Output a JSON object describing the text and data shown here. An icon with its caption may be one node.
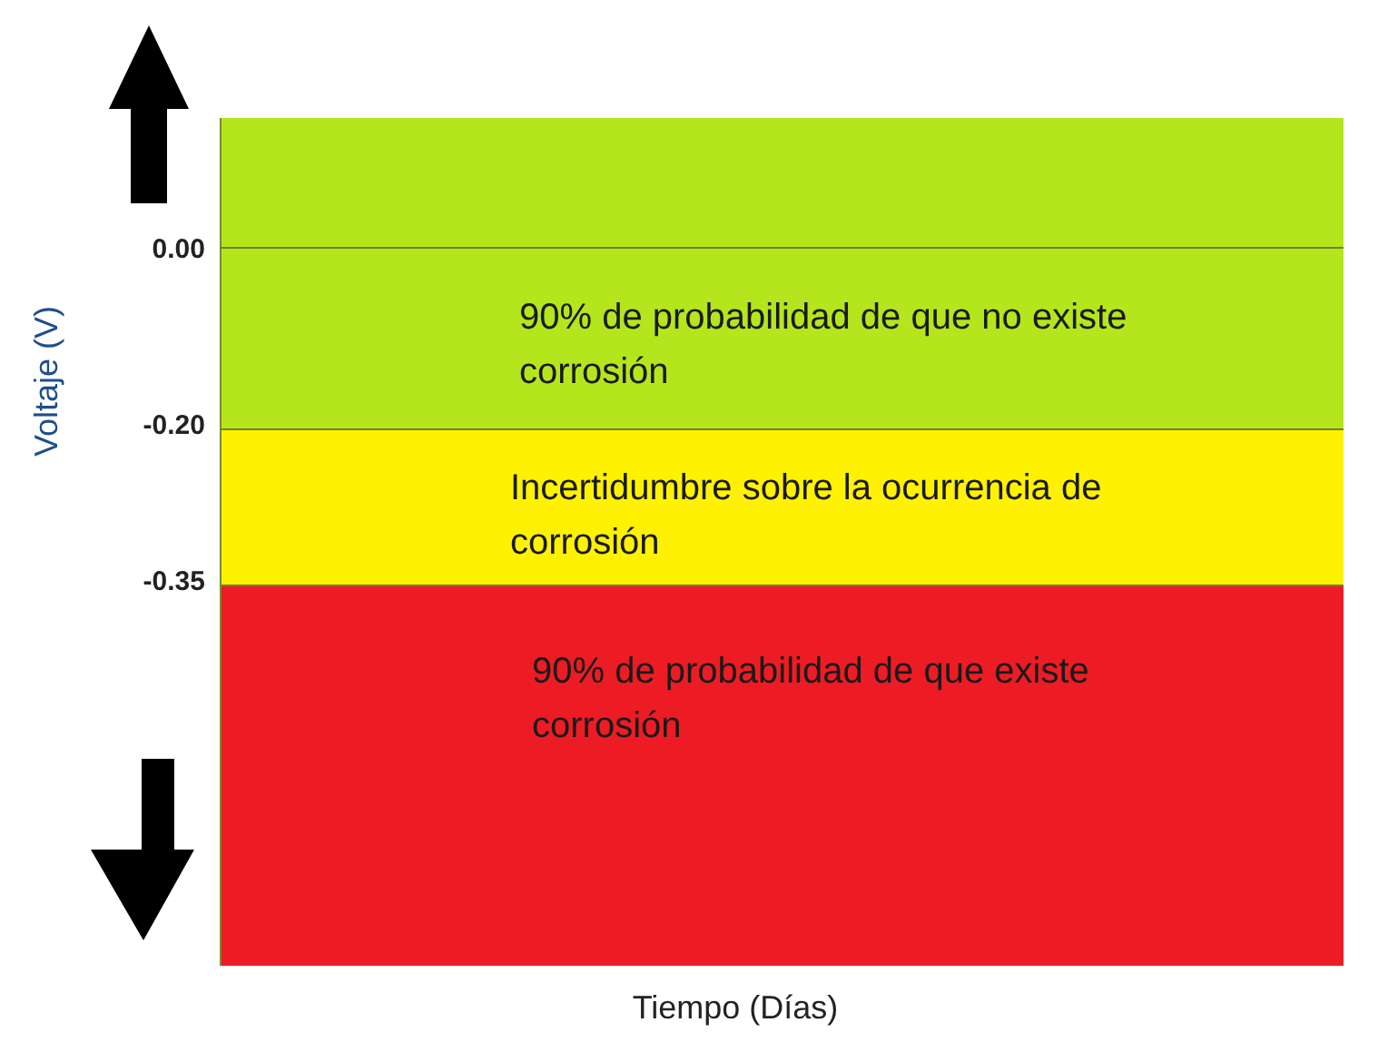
{
  "diagram": {
    "nodes": [
      {
        "text": [
          "90% de probabilidad de que no existe corrosión"
        ]
      },
      {
        "text": [
          "Incertidumbre sobre la ocurrencia de corrosión"
        ]
      },
      {
        "text": [
          "90% de probabilidad de que existe corrosión"
        ]
      }
    ],
    "labels": [
      "0.00",
      "Voltaje (V)",
      "-0.20",
      "-0.35",
      "Tiempo (Días)"
    ]
  }
}
